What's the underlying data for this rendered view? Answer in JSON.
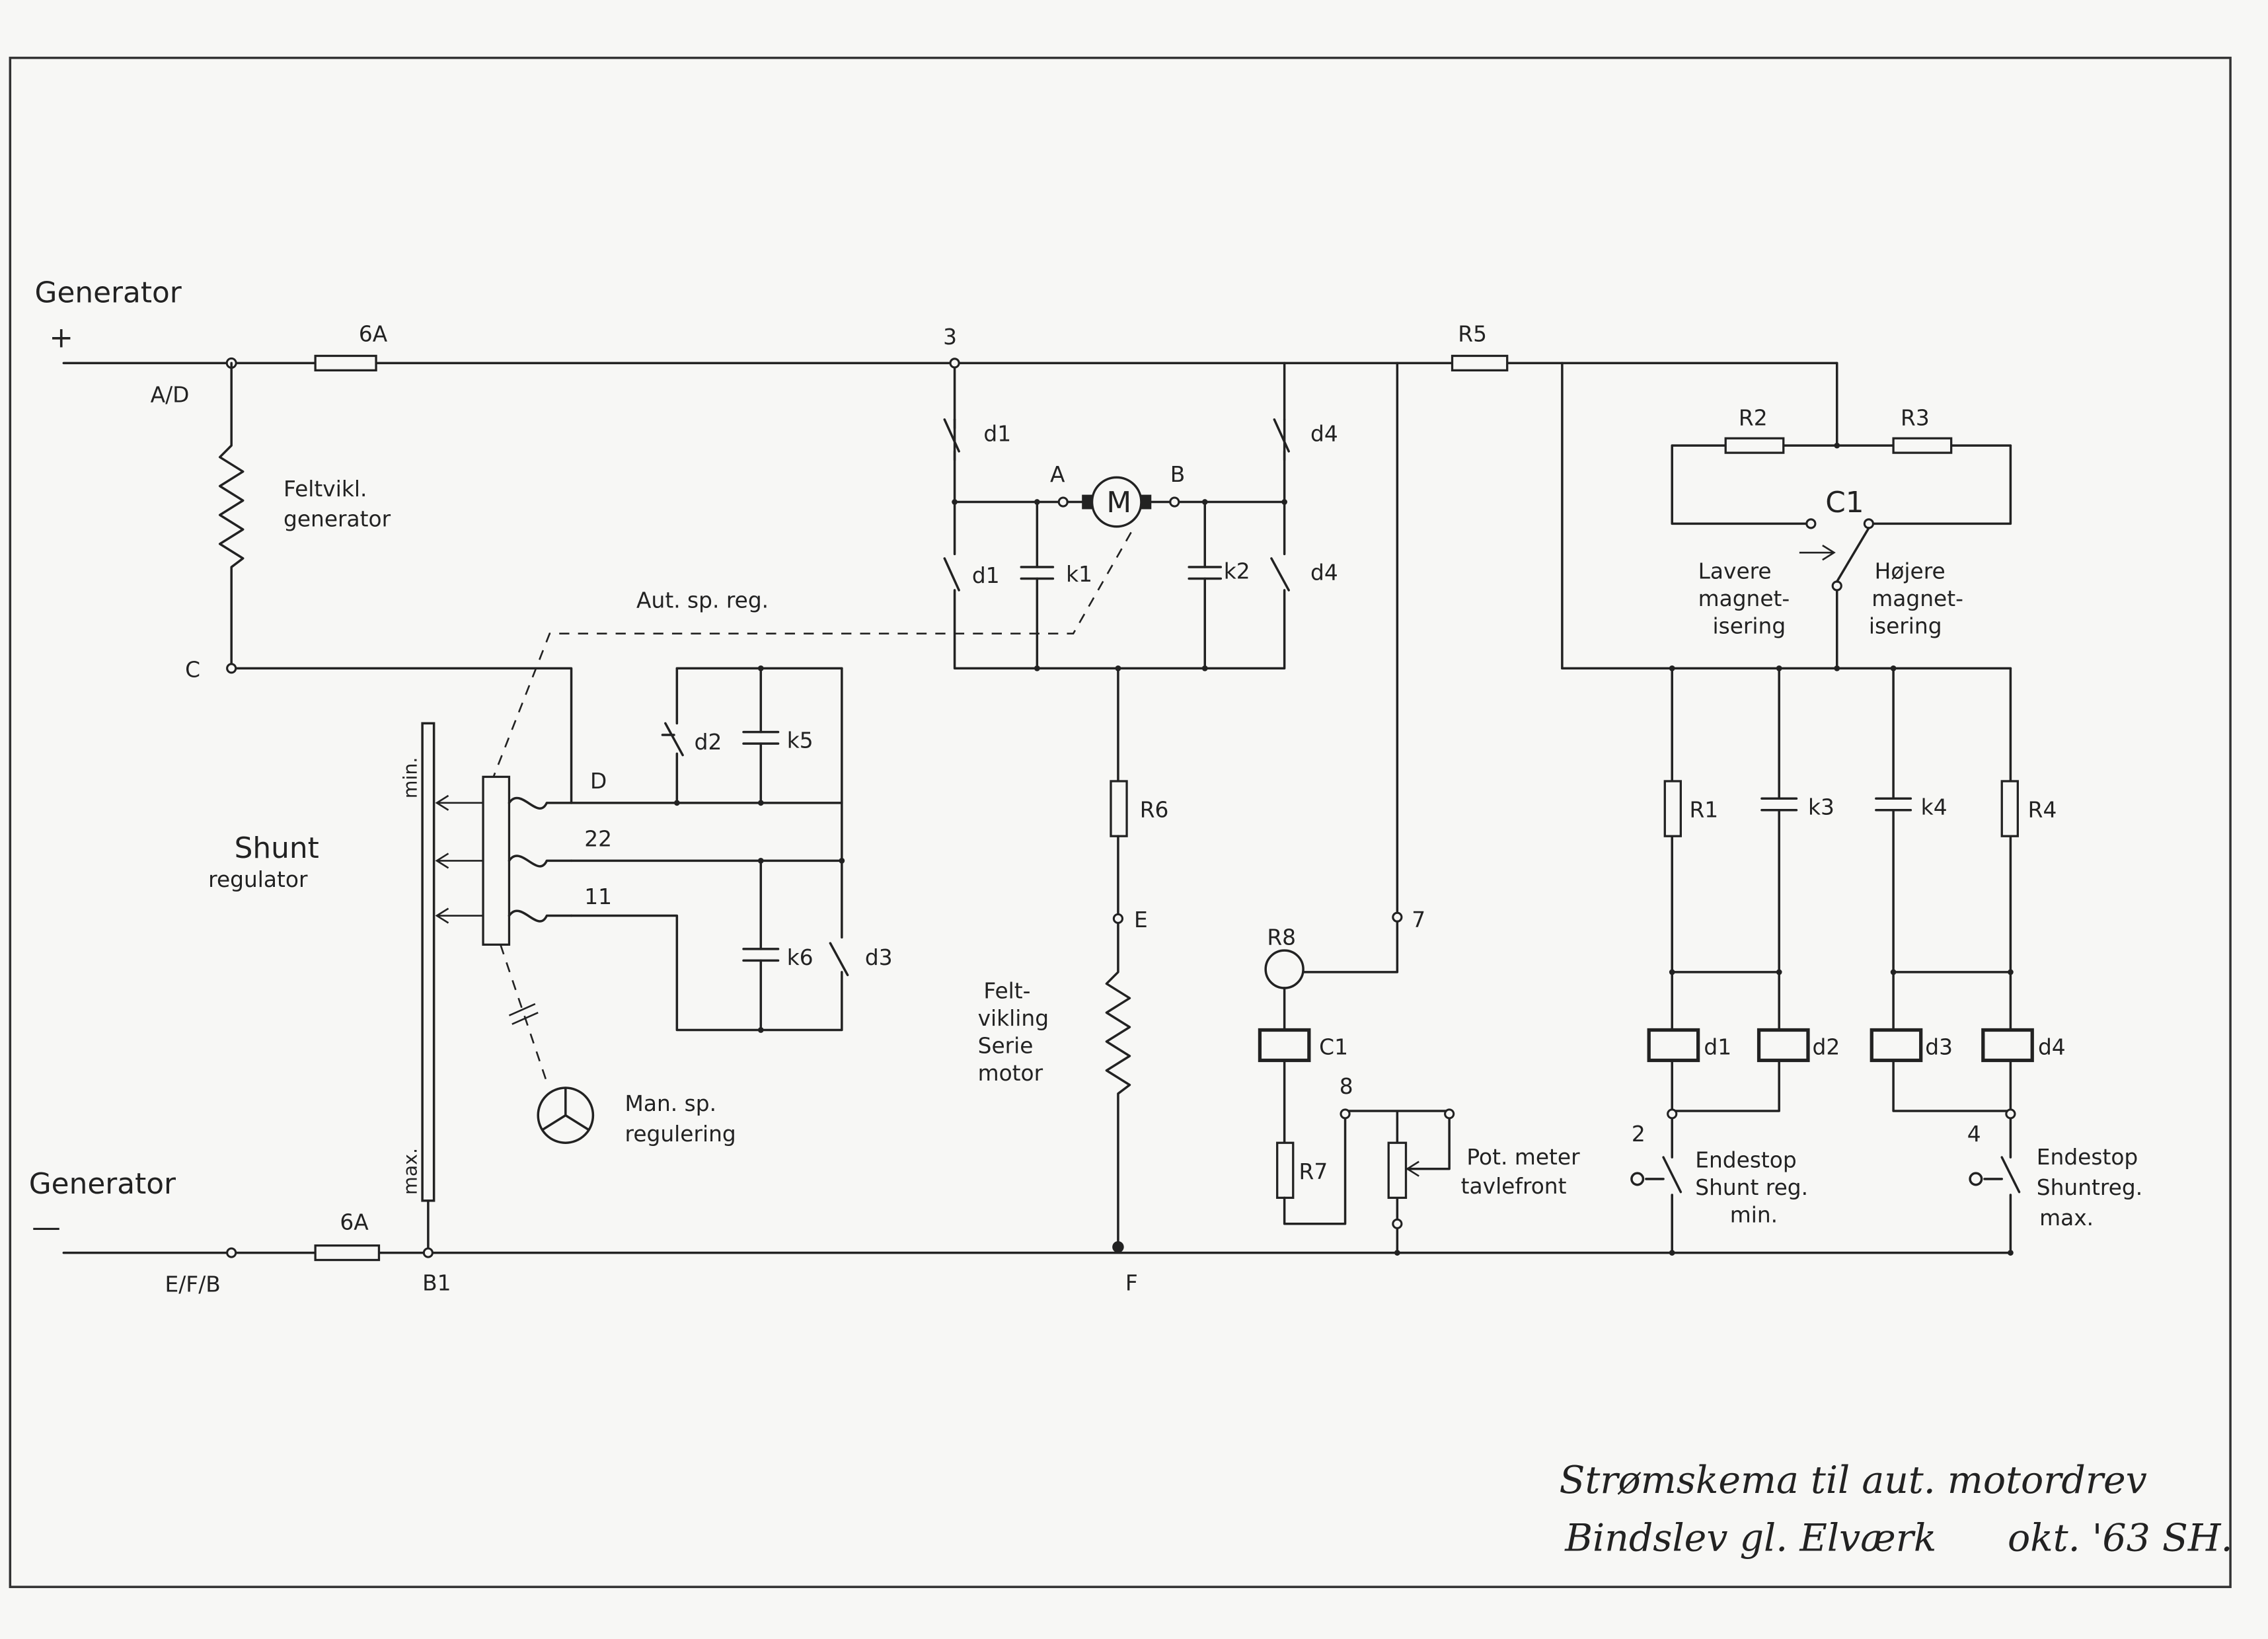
{
  "terminals": {
    "generator_pos": "Generator",
    "pos_sign": "+",
    "generator_neg": "Generator",
    "neg_sign": "—",
    "ad": "A/D",
    "efb": "E/F/B",
    "c": "C",
    "b1": "B1",
    "d": "D",
    "t22": "22",
    "t11": "11",
    "t3": "3",
    "t7": "7",
    "t8": "8",
    "t2": "2",
    "t4": "4",
    "e": "E",
    "f": "F",
    "a": "A",
    "b": "B"
  },
  "fuses": {
    "top": "6A",
    "bottom": "6A"
  },
  "field_winding_generator": [
    "Feltvikl.",
    "generator"
  ],
  "field_winding_motor": [
    "Felt-",
    "vikling",
    "Serie",
    "motor"
  ],
  "shunt_regulator": {
    "label": [
      "Shunt",
      "regulator"
    ],
    "min": "min.",
    "max": "max."
  },
  "motor": {
    "symbol": "M",
    "auto_speed": "Aut. sp. reg."
  },
  "manual_speed": [
    "Man. sp.",
    "regulering"
  ],
  "switches": {
    "d1_top": "d1",
    "d1_bot": "d1",
    "d4_top": "d4",
    "d4_bot": "d4",
    "d2": "d2",
    "d3": "d3"
  },
  "capacitors": {
    "k1": "k1",
    "k2": "k2",
    "k3": "k3",
    "k4": "k4",
    "k5": "k5",
    "k6": "k6"
  },
  "resistors": {
    "r1": "R1",
    "r2": "R2",
    "r3": "R3",
    "r4": "R4",
    "r5": "R5",
    "r6": "R6",
    "r7": "R7",
    "r8": "R8"
  },
  "relays": {
    "c1_coil": "C1",
    "c1_switch": "C1",
    "d1": "d1",
    "d2": "d2",
    "d3": "d3",
    "d4": "d4"
  },
  "magnetization": {
    "lower": [
      "Lavere",
      "magnet-",
      "isering"
    ],
    "higher": [
      "Højere",
      "magnet-",
      "isering"
    ]
  },
  "potentiometer": [
    "Pot. meter",
    "tavlefront"
  ],
  "end_stop_min": [
    "Endestop",
    "Shunt reg.",
    "min."
  ],
  "end_stop_max": [
    "Endestop",
    "Shuntreg.",
    "max."
  ],
  "title_block": {
    "line1": "Strømskema til aut. motordrev",
    "line2": "Bindslev gl. Elværk",
    "date": "okt. '63 SH."
  }
}
